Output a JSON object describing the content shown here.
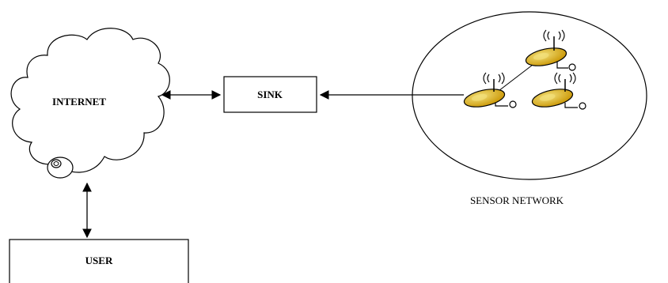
{
  "nodes": {
    "internet": {
      "label": "INTERNET"
    },
    "sink": {
      "label": "SINK"
    },
    "user": {
      "label": "USER"
    },
    "sensor_network": {
      "label": "SENSOR NETWORK"
    }
  },
  "colors": {
    "stroke": "#000000",
    "sensor_fill": "#d8a800",
    "sensor_highlight": "#f2e07a"
  },
  "icons": {
    "cloud": "internet-cloud-icon",
    "sensor": "sensor-node-icon",
    "antenna": "wireless-signal-icon"
  }
}
